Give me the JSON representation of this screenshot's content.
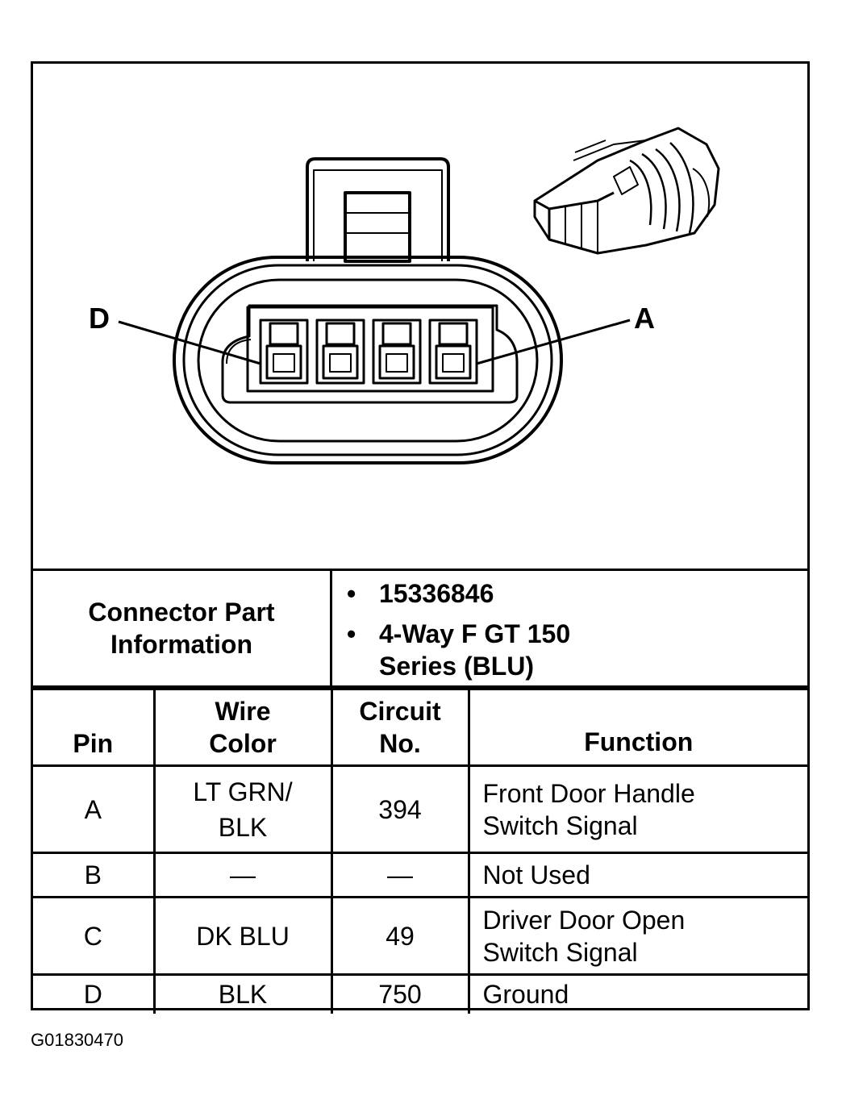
{
  "diagram": {
    "pin_label_left": "D",
    "pin_label_right": "A"
  },
  "connector_info": {
    "label": "Connector Part Information",
    "values": [
      "15336846",
      "4-Way F GT 150 Series (BLU)"
    ]
  },
  "pin_table": {
    "headers": {
      "pin": "Pin",
      "wire_color": "Wire Color",
      "circuit": "Circuit No.",
      "function": "Function"
    },
    "rows": [
      {
        "pin": "A",
        "wire_color": "LT GRN/ BLK",
        "circuit": "394",
        "function": "Front Door Handle Switch Signal"
      },
      {
        "pin": "B",
        "wire_color": "—",
        "circuit": "—",
        "function": "Not Used"
      },
      {
        "pin": "C",
        "wire_color": "DK BLU",
        "circuit": "49",
        "function": "Driver Door Open Switch Signal"
      },
      {
        "pin": "D",
        "wire_color": "BLK",
        "circuit": "750",
        "function": "Ground"
      }
    ]
  },
  "figure_id": "G01830470"
}
